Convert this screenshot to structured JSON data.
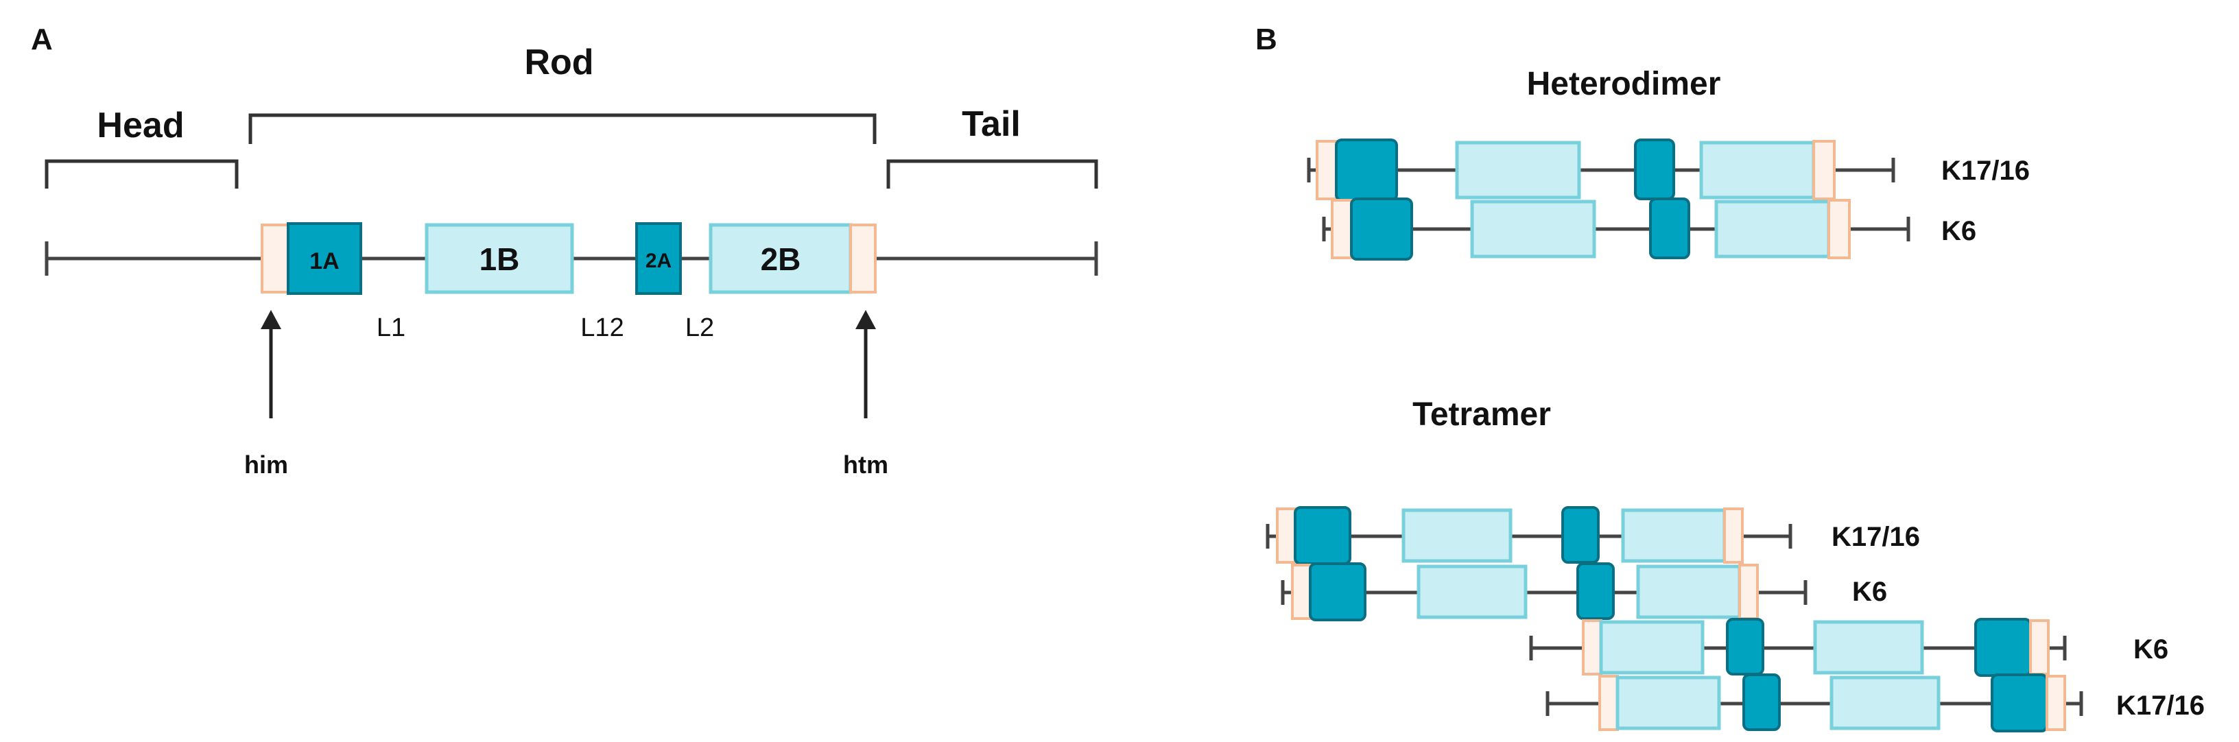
{
  "panel_a": {
    "letter": "A",
    "head_label": "Head",
    "rod_label": "Rod",
    "tail_label": "Tail",
    "segments": {
      "s1a": "1A",
      "s1b": "1B",
      "s2a": "2A",
      "s2b": "2B"
    },
    "linkers": {
      "l1": "L1",
      "l12": "L12",
      "l2": "L2"
    },
    "markers": {
      "him": "him",
      "htm": "htm"
    }
  },
  "panel_b": {
    "letter": "B",
    "heterodimer_title": "Heterodimer",
    "tetramer_title": "Tetramer",
    "chain_labels": {
      "hd_top": "K17/16",
      "hd_bottom": "K6",
      "tt_1": "K17/16",
      "tt_2": "K6",
      "tt_3": "K6",
      "tt_4": "K17/16"
    }
  },
  "colors": {
    "dark_segment": "#00a3bf",
    "light_segment": "#c9eef4",
    "terminal_motif": "#f3b993",
    "line": "#444444"
  }
}
